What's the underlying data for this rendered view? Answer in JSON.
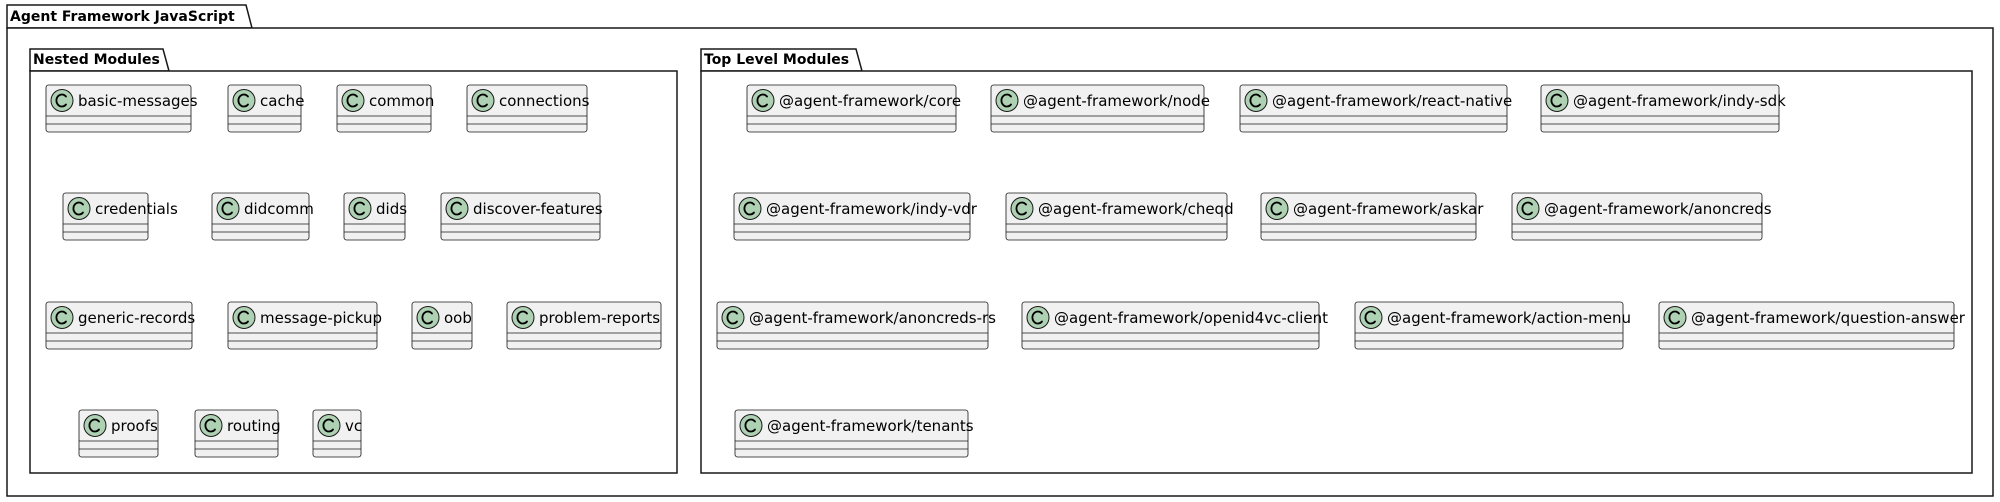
{
  "diagram": {
    "title": "Agent Framework JavaScript",
    "packages": [
      {
        "name": "Nested Modules",
        "rows": [
          [
            "basic-messages",
            "cache",
            "common",
            "connections"
          ],
          [
            "credentials",
            "didcomm",
            "dids",
            "discover-features"
          ],
          [
            "generic-records",
            "message-pickup",
            "oob",
            "problem-reports"
          ],
          [
            "proofs",
            "routing",
            "vc"
          ]
        ]
      },
      {
        "name": "Top Level Modules",
        "rows": [
          [
            "@agent-framework/core",
            "@agent-framework/node",
            "@agent-framework/react-native",
            "@agent-framework/indy-sdk"
          ],
          [
            "@agent-framework/indy-vdr",
            "@agent-framework/cheqd",
            "@agent-framework/askar",
            "@agent-framework/anoncreds"
          ],
          [
            "@agent-framework/anoncreds-rs",
            "@agent-framework/openid4vc-client",
            "@agent-framework/action-menu",
            "@agent-framework/question-answer"
          ],
          [
            "@agent-framework/tenants"
          ]
        ]
      }
    ],
    "icon": "class-circle-icon",
    "colors": {
      "class_fill": "#F1F1F1",
      "circle_fill": "#ADD1B2",
      "stroke": "#181818"
    }
  }
}
